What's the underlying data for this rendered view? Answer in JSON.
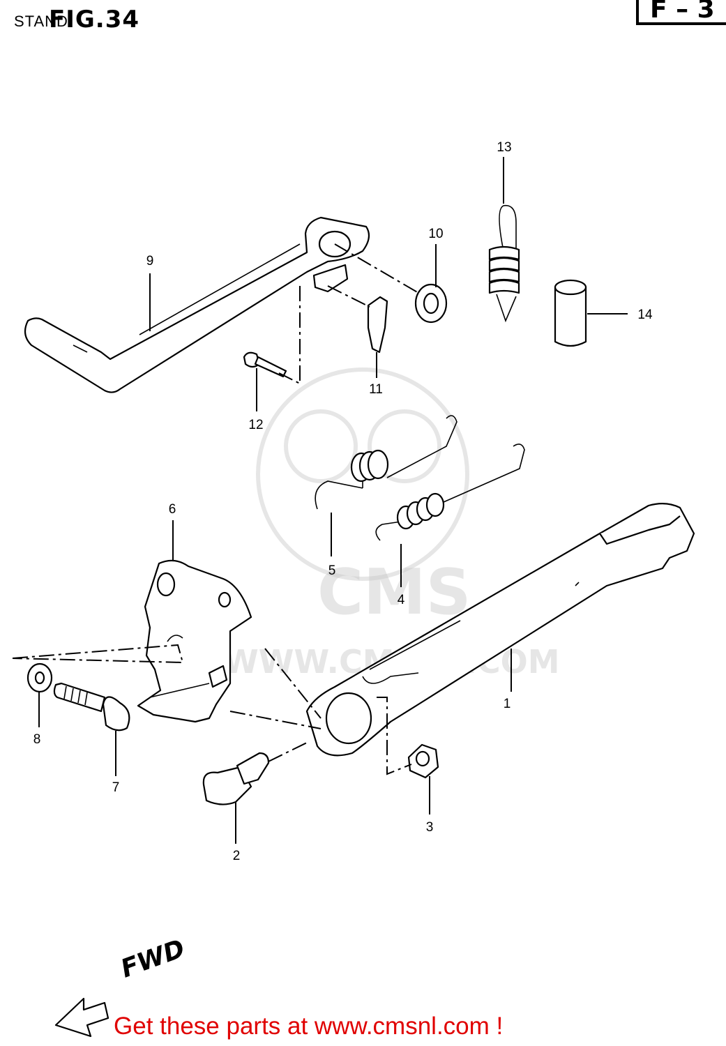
{
  "header": {
    "figure": "FIG.34",
    "section": "STAND",
    "corner_code": "F – 3"
  },
  "watermark": {
    "logo_text": "CMS",
    "url_text": "WWW.CMSNL.COM"
  },
  "callouts": [
    "1",
    "2",
    "3",
    "4",
    "5",
    "6",
    "7",
    "8",
    "9",
    "10",
    "11",
    "12",
    "13",
    "14"
  ],
  "direction_label": "FWD",
  "footer": {
    "promo_text": "Get these parts at www.cmsnl.com !",
    "promo_color": "#e00000"
  }
}
